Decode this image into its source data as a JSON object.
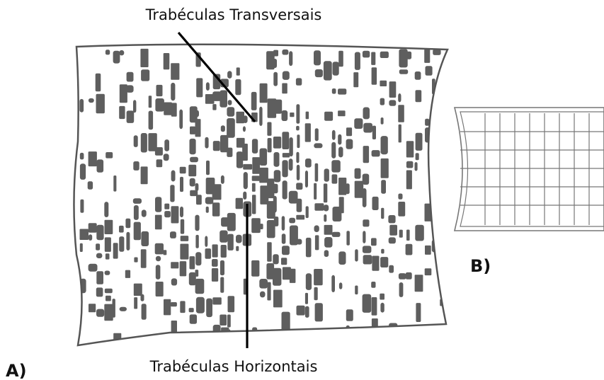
{
  "labels": {
    "transverse": "Trabéculas Transversais",
    "horizontal": "Trabéculas Horizontais",
    "panel_a": "A)",
    "panel_b": "B)"
  },
  "colors": {
    "trabecula_fill": "#5e5e5e",
    "outline": "#555555",
    "leader_line": "#000000",
    "background": "#ffffff"
  }
}
